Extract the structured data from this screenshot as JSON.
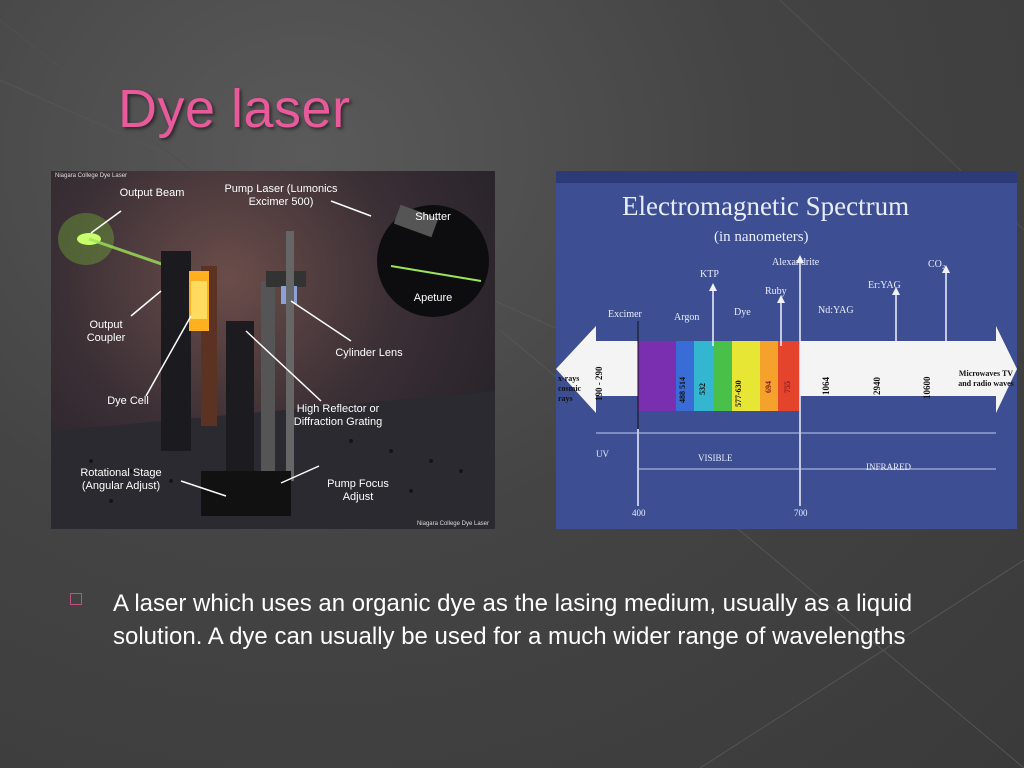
{
  "slide": {
    "title": "Dye laser",
    "bullet": "A laser which uses an organic dye as the lasing medium, usually as a liquid solution. A dye can usually be used for a much wider range of wavelengths"
  },
  "photo": {
    "caption_top": "Niagara College Dye Laser",
    "caption_bottom": "Niagara College Dye Laser",
    "labels": {
      "output_beam": "Output Beam",
      "pump_laser": "Pump Laser (Lumonics Excimer 500)",
      "shutter": "Shutter",
      "apeture": "Apeture",
      "output_coupler": "Output Coupler",
      "cylinder_lens": "Cylinder Lens",
      "dye_cell": "Dye Cell",
      "high_reflector": "High Reflector or Diffraction Grating",
      "rotational_stage": "Rotational Stage (Angular Adjust)",
      "pump_focus": "Pump Focus Adjust"
    }
  },
  "spectrum": {
    "title": "Electromagnetic Spectrum",
    "subtitle": "(in nanometers)",
    "lasers": {
      "excimer": "Excimer",
      "argon": "Argon",
      "ktp": "KTP",
      "dye": "Dye",
      "ruby": "Ruby",
      "alexandrite": "Alexandrite",
      "ndyag": "Nd:YAG",
      "eryag": "Er:YAG",
      "co2": "CO₂"
    },
    "bands": {
      "xrays": "x-rays cosmic rays",
      "uv": "UV",
      "visible": "VISIBLE",
      "infrared": "INFRARED",
      "micro": "Microwaves TV and radio waves"
    },
    "values": {
      "excimer": "190 - 290",
      "argon": "488 514",
      "ktp": "532",
      "dye": "577-630",
      "ruby": "694",
      "alex": "755",
      "ndyag": "1064",
      "eryag": "2940",
      "co2": "10600"
    },
    "axis": {
      "start": "400",
      "end": "700"
    }
  }
}
